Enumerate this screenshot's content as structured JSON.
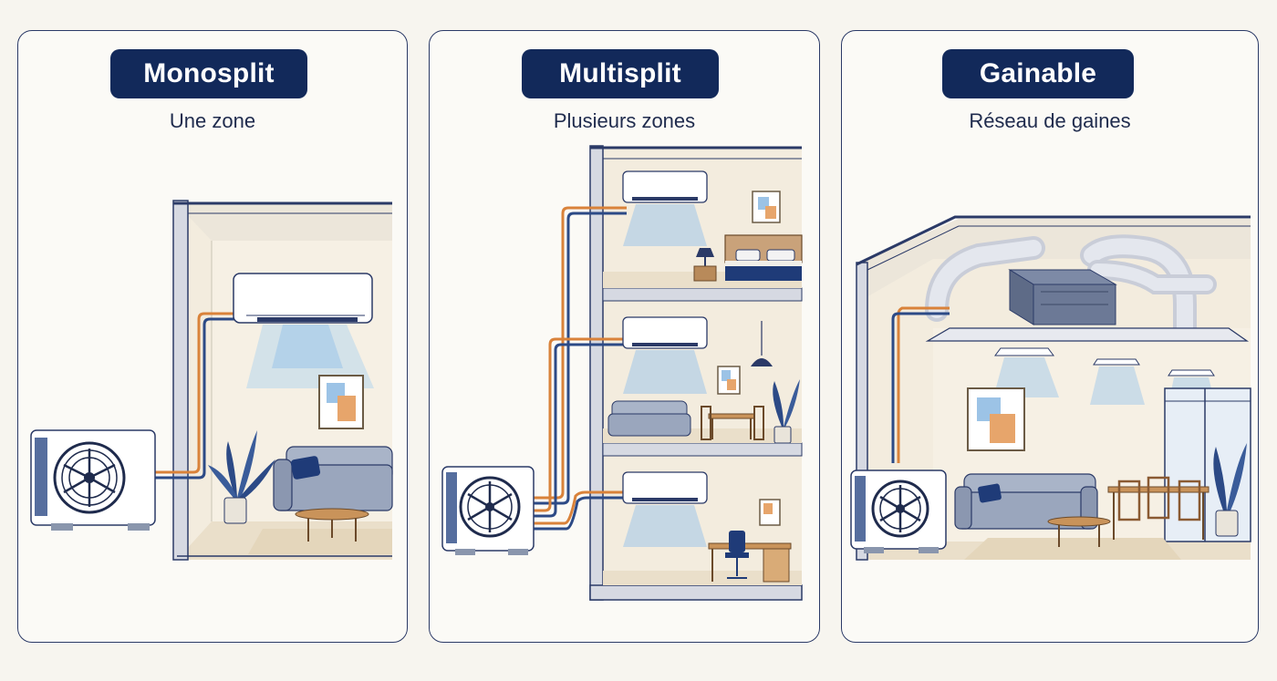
{
  "panels": [
    {
      "title": "Monosplit",
      "subtitle": "Une zone"
    },
    {
      "title": "Multisplit",
      "subtitle": "Plusieurs zones"
    },
    {
      "title": "Gainable",
      "subtitle": "Réseau de gaines"
    }
  ],
  "colors": {
    "navy": "#12295a",
    "pipe_orange": "#d9823a",
    "pipe_blue": "#2c4a86",
    "air_blue": "#9fc7ea",
    "wall": "#d6d9e2",
    "floor": "#ede3cf",
    "sofa": "#9aa6bd"
  },
  "icons": [
    "outdoor-unit-icon",
    "wall-split-unit-icon",
    "ceiling-cassette-icon",
    "duct-icon",
    "plant-icon",
    "sofa-icon",
    "bed-icon",
    "desk-icon",
    "lamp-icon",
    "picture-frame-icon"
  ]
}
